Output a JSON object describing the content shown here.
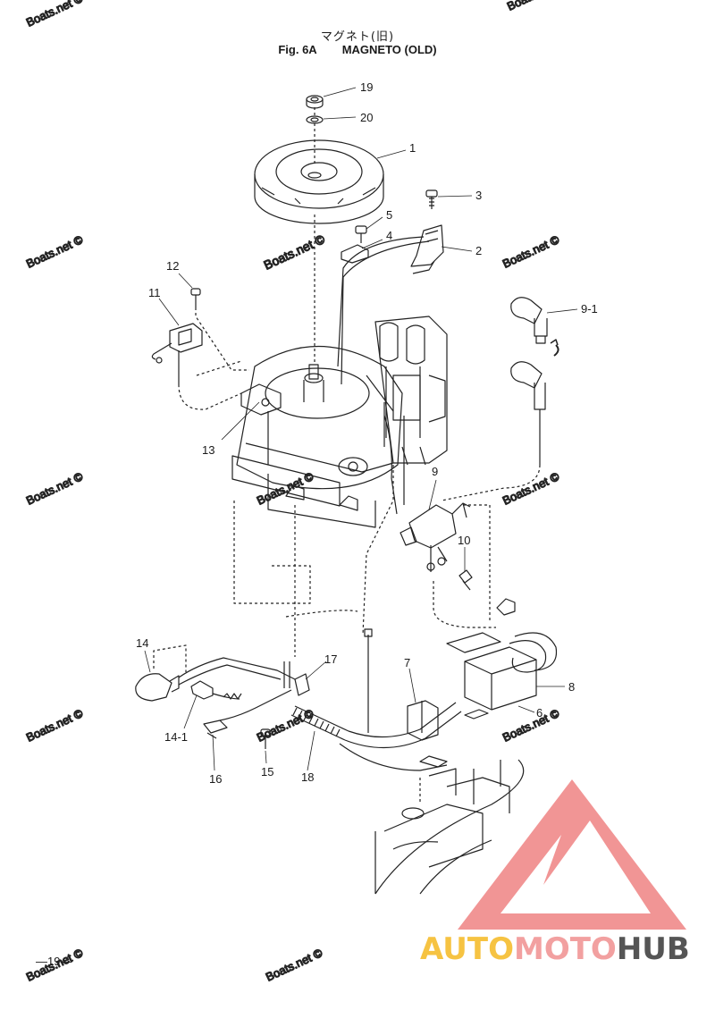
{
  "header": {
    "title_jp": "マグネト(旧)",
    "fig_number": "Fig. 6A",
    "fig_name": "MAGNETO (OLD)"
  },
  "callouts": [
    "19",
    "20",
    "1",
    "3",
    "5",
    "4",
    "2",
    "12",
    "11",
    "9-1",
    "13",
    "9",
    "10",
    "14",
    "17",
    "7",
    "8",
    "6",
    "14-1",
    "15",
    "16",
    "18"
  ],
  "watermark": "Boats.net ©",
  "page_number": "—19—",
  "logo": {
    "part1": "AUTO",
    "part2": "MOTO",
    "part3": "HUB",
    "colors": {
      "auto": "#f6c342",
      "moto": "#f2a0a0",
      "hub": "#555555",
      "triangle": "#f08a8a"
    }
  }
}
